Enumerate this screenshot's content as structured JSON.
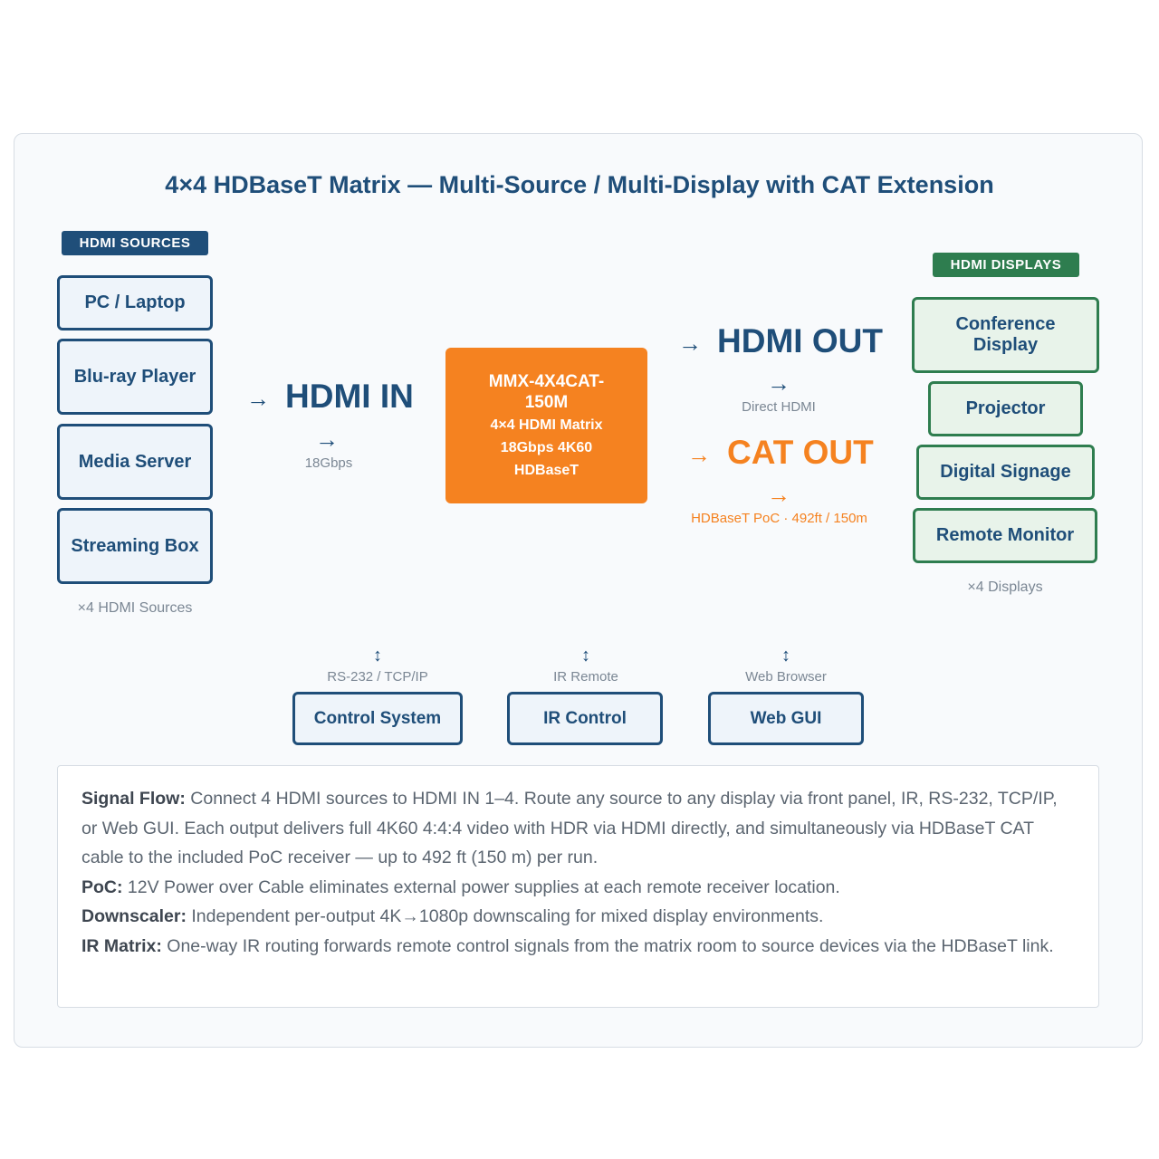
{
  "title": "4×4 HDBaseT Matrix — Multi-Source / Multi-Display with CAT Extension",
  "sources": {
    "tag": "HDMI SOURCES",
    "items": [
      "PC / Laptop",
      "Blu-ray Player",
      "Media Server",
      "Streaming Box"
    ],
    "caption": "×4 HDMI Sources"
  },
  "hdmi_in": {
    "arrow": "→",
    "label": "HDMI IN",
    "sub_arrow": "→",
    "sub": "18Gbps"
  },
  "matrix": {
    "model": "MMX-4X4CAT-150M",
    "line1": "4×4 HDMI Matrix",
    "line2": "18Gbps 4K60",
    "line3": "HDBaseT"
  },
  "hdmi_out": {
    "arrow": "→",
    "label": "HDMI OUT",
    "sub_arrow": "→",
    "sub": "Direct HDMI"
  },
  "cat_out": {
    "arrow": "→",
    "label": "CAT OUT",
    "sub_arrow": "→",
    "sub": "HDBaseT PoC · 492ft / 150m"
  },
  "displays": {
    "tag": "HDMI DISPLAYS",
    "items": [
      "Conference Display",
      "Projector",
      "Digital Signage",
      "Remote Monitor"
    ],
    "caption": "×4 Displays"
  },
  "controls": [
    {
      "arrow": "↕",
      "sub": "RS-232 / TCP/IP",
      "label": "Control System"
    },
    {
      "arrow": "↕",
      "sub": "IR Remote",
      "label": "IR Control"
    },
    {
      "arrow": "↕",
      "sub": "Web Browser",
      "label": "Web GUI"
    }
  ],
  "notes": [
    {
      "label": "Signal Flow:",
      "text": " Connect 4 HDMI sources to HDMI IN 1–4. Route any source to any display via front panel, IR, RS-232, TCP/IP, or Web GUI. Each output delivers full 4K60 4:4:4 video with HDR via HDMI directly, and simultaneously via HDBaseT CAT cable to the included PoC receiver — up to 492 ft (150 m) per run."
    },
    {
      "label": "PoC:",
      "text": " 12V Power over Cable eliminates external power supplies at each remote receiver location."
    },
    {
      "label": "Downscaler:",
      "text": " Independent per-output 4K→1080p downscaling for mixed display environments."
    },
    {
      "label": "IR Matrix:",
      "text": " One-way IR routing forwards remote control signals from the matrix room to source devices via the HDBaseT link."
    }
  ],
  "colors": {
    "navy": "#1f4e79",
    "green": "#2e7d4f",
    "orange": "#f58220",
    "source_fill": "#eef4fa",
    "display_fill": "#e8f3ea"
  }
}
